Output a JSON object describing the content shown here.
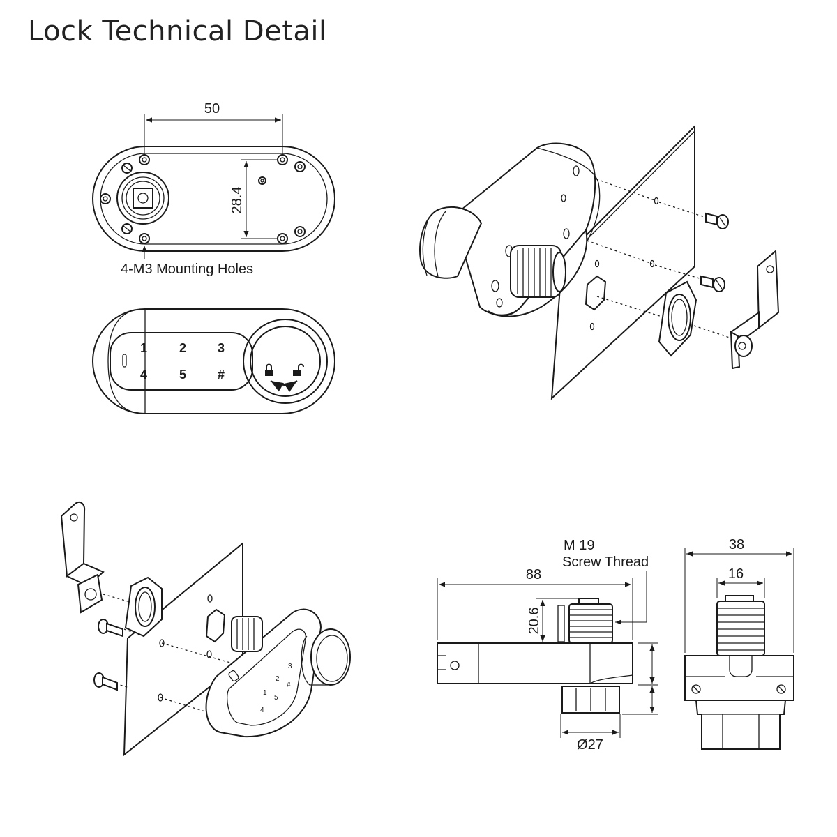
{
  "title": "Lock Technical Detail",
  "top_view": {
    "hole_spacing_horizontal": "50",
    "hole_spacing_vertical": "28.4",
    "mounting_holes_label": "4-M3 Mounting Holes"
  },
  "keypad": {
    "keys": [
      "1",
      "2",
      "3",
      "4",
      "5",
      "#"
    ]
  },
  "side_view": {
    "length": "88",
    "thread_height": "20.6",
    "thread_label_line1": "M 19",
    "thread_label_line2": "Screw Thread",
    "knob_diameter": "Ø27"
  },
  "end_view": {
    "width": "38",
    "thread_width": "16"
  }
}
